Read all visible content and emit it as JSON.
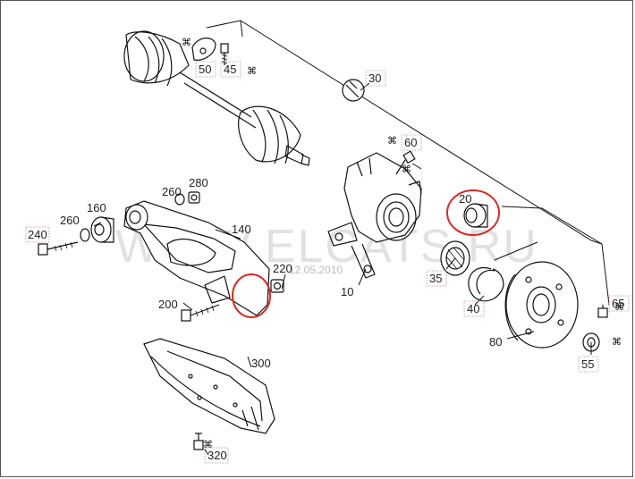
{
  "diagram": {
    "callouts": [
      {
        "id": "c10",
        "label": "10"
      },
      {
        "id": "c20",
        "label": "20"
      },
      {
        "id": "c30",
        "label": "30"
      },
      {
        "id": "c35",
        "label": "35"
      },
      {
        "id": "c40",
        "label": "40"
      },
      {
        "id": "c45",
        "label": "45"
      },
      {
        "id": "c50",
        "label": "50"
      },
      {
        "id": "c55",
        "label": "55"
      },
      {
        "id": "c60",
        "label": "60"
      },
      {
        "id": "c65",
        "label": "65"
      },
      {
        "id": "c80",
        "label": "80"
      },
      {
        "id": "c140",
        "label": "140"
      },
      {
        "id": "c160",
        "label": "160"
      },
      {
        "id": "c200",
        "label": "200"
      },
      {
        "id": "c220",
        "label": "220"
      },
      {
        "id": "c240",
        "label": "240"
      },
      {
        "id": "c260a",
        "label": "260"
      },
      {
        "id": "c260b",
        "label": "260"
      },
      {
        "id": "c280",
        "label": "280"
      },
      {
        "id": "c300",
        "label": "300"
      },
      {
        "id": "c320",
        "label": "320"
      }
    ],
    "watermark": "WWW.ELCATS.RU",
    "watermark_date": "12.05.2010",
    "highlight_color": "#d42a2a",
    "icons": [
      "tool-icon",
      "wrench-icon"
    ]
  }
}
